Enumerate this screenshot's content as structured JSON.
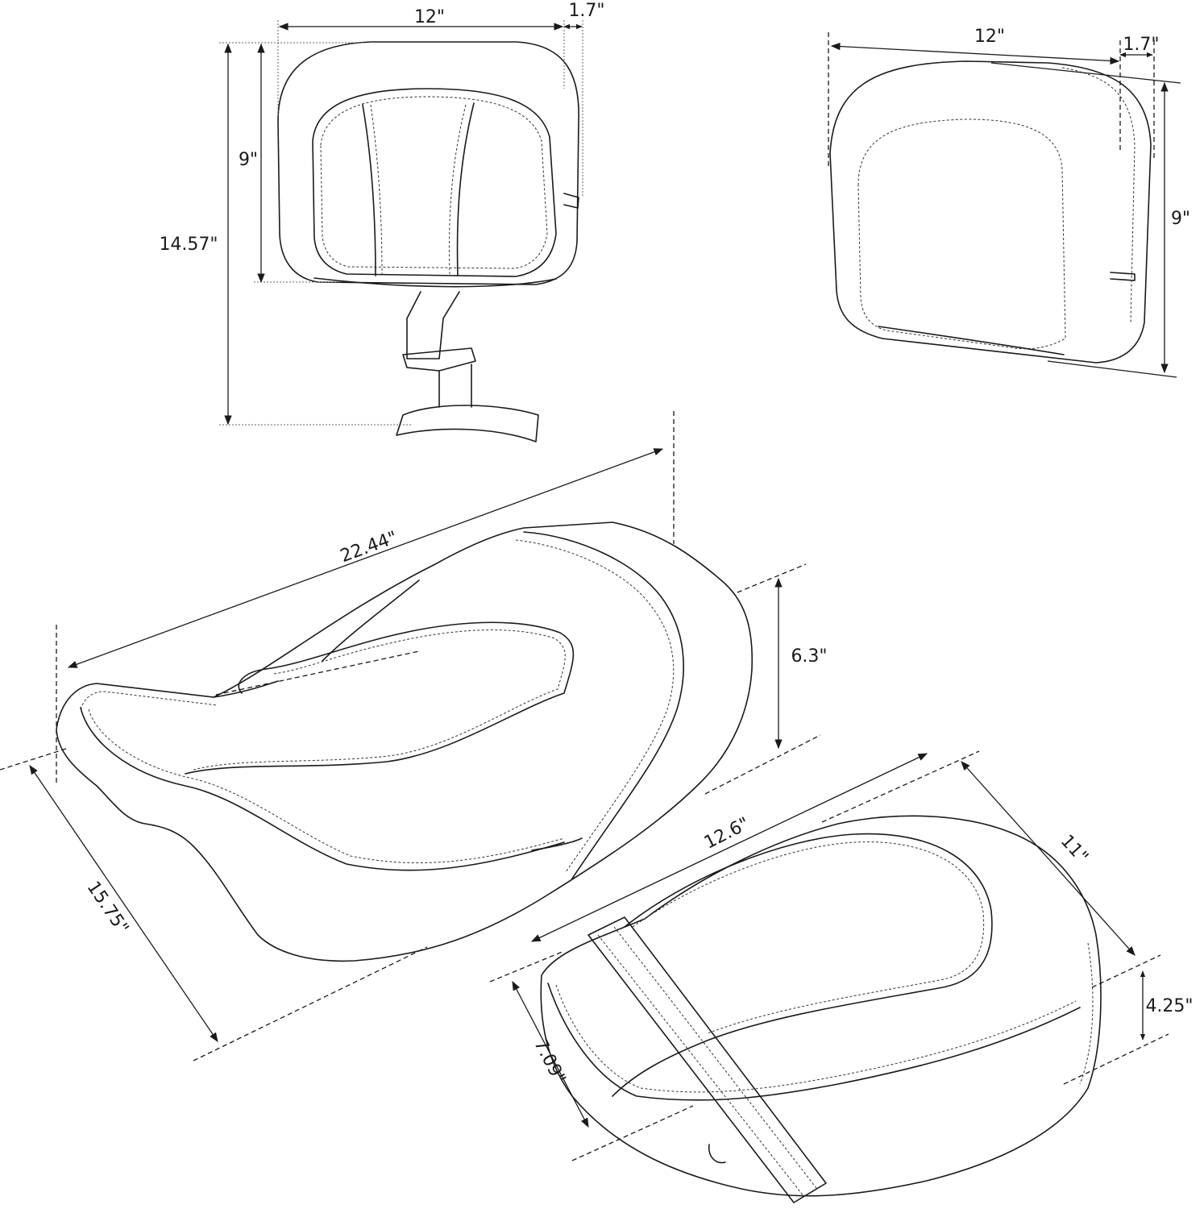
{
  "diagram": {
    "backrest_with_bracket": {
      "width": "12\"",
      "depth": "1.7\"",
      "pad_height": "9\"",
      "total_height": "14.57\""
    },
    "backrest_pad": {
      "width": "12\"",
      "depth": "1.7\"",
      "height": "9\""
    },
    "driver_seat": {
      "length": "22.44\"",
      "height": "6.3\"",
      "width": "15.75\""
    },
    "passenger_seat": {
      "length": "12.6\"",
      "width": "11\"",
      "height": "4.25\"",
      "depth": "7.09\""
    },
    "colors": {
      "line": "#1a1a1a",
      "background": "#ffffff"
    }
  }
}
